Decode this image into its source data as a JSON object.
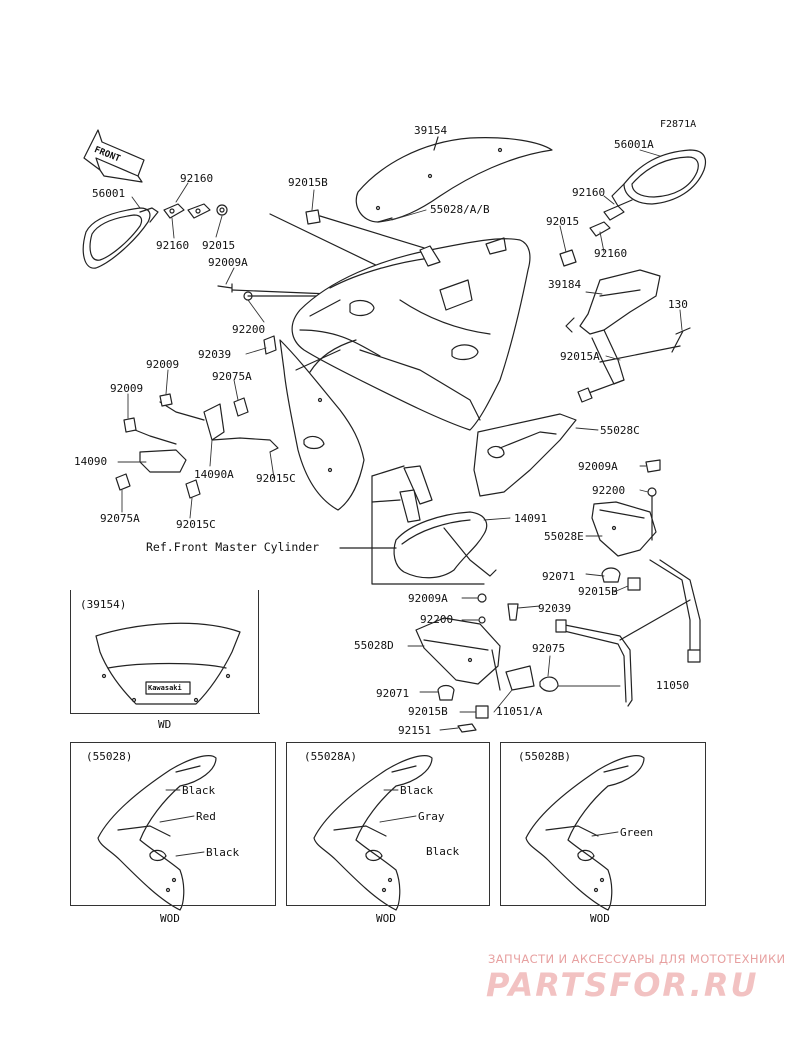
{
  "figure_code": "F2871A",
  "front_label": "FRONT",
  "labels": {
    "l39154": "39154",
    "l56001": "56001",
    "l92160a": "92160",
    "l92160b": "92160",
    "l92015a": "92015",
    "l92015b_top": "92015B",
    "l92009a1": "92009A",
    "l92200a": "92200",
    "l92039a": "92039",
    "l92009b": "92009",
    "l92075a1": "92075A",
    "l92009c": "92009",
    "l14090": "14090",
    "l14090a": "14090A",
    "l92015c1": "92015C",
    "l92075a2": "92075A",
    "l92015c2": "92015C",
    "l55028ab": "55028/A/B",
    "l56001a": "56001A",
    "l92160c": "92160",
    "l92015d": "92015",
    "l92160d": "92160",
    "l39184": "39184",
    "l130": "130",
    "l92015a2": "92015A",
    "l55028c": "55028C",
    "l92009a2": "92009A",
    "l92200b": "92200",
    "l14091": "14091",
    "l55028e": "55028E",
    "ref_master": "Ref.Front Master Cylinder",
    "l92071a": "92071",
    "l92015b2": "92015B",
    "l92009a3": "92009A",
    "l92039b": "92039",
    "l92200c": "92200",
    "l55028d": "55028D",
    "l92075": "92075",
    "l11050": "11050",
    "l92071b": "92071",
    "l92015b3": "92015B",
    "l11051a": "11051/A",
    "l92151": "92151"
  },
  "inset_windshield": {
    "title": "(39154)",
    "badge": "Kawasaki",
    "caption": "WD"
  },
  "cowl_insets": [
    {
      "title": "(55028)",
      "colors": [
        "Black",
        "Red",
        "Black"
      ],
      "caption": "WOD"
    },
    {
      "title": "(55028A)",
      "colors": [
        "Black",
        "Gray",
        "Black"
      ],
      "caption": "WOD"
    },
    {
      "title": "(55028B)",
      "colors": [
        "Green"
      ],
      "caption": "WOD"
    }
  ],
  "watermark": {
    "line1": "ЗАПЧАСТИ И АКСЕССУАРЫ ДЛЯ МОТОТЕХНИКИ",
    "line2": "PARTSFOR.RU",
    "color": "#e7a0a0"
  }
}
